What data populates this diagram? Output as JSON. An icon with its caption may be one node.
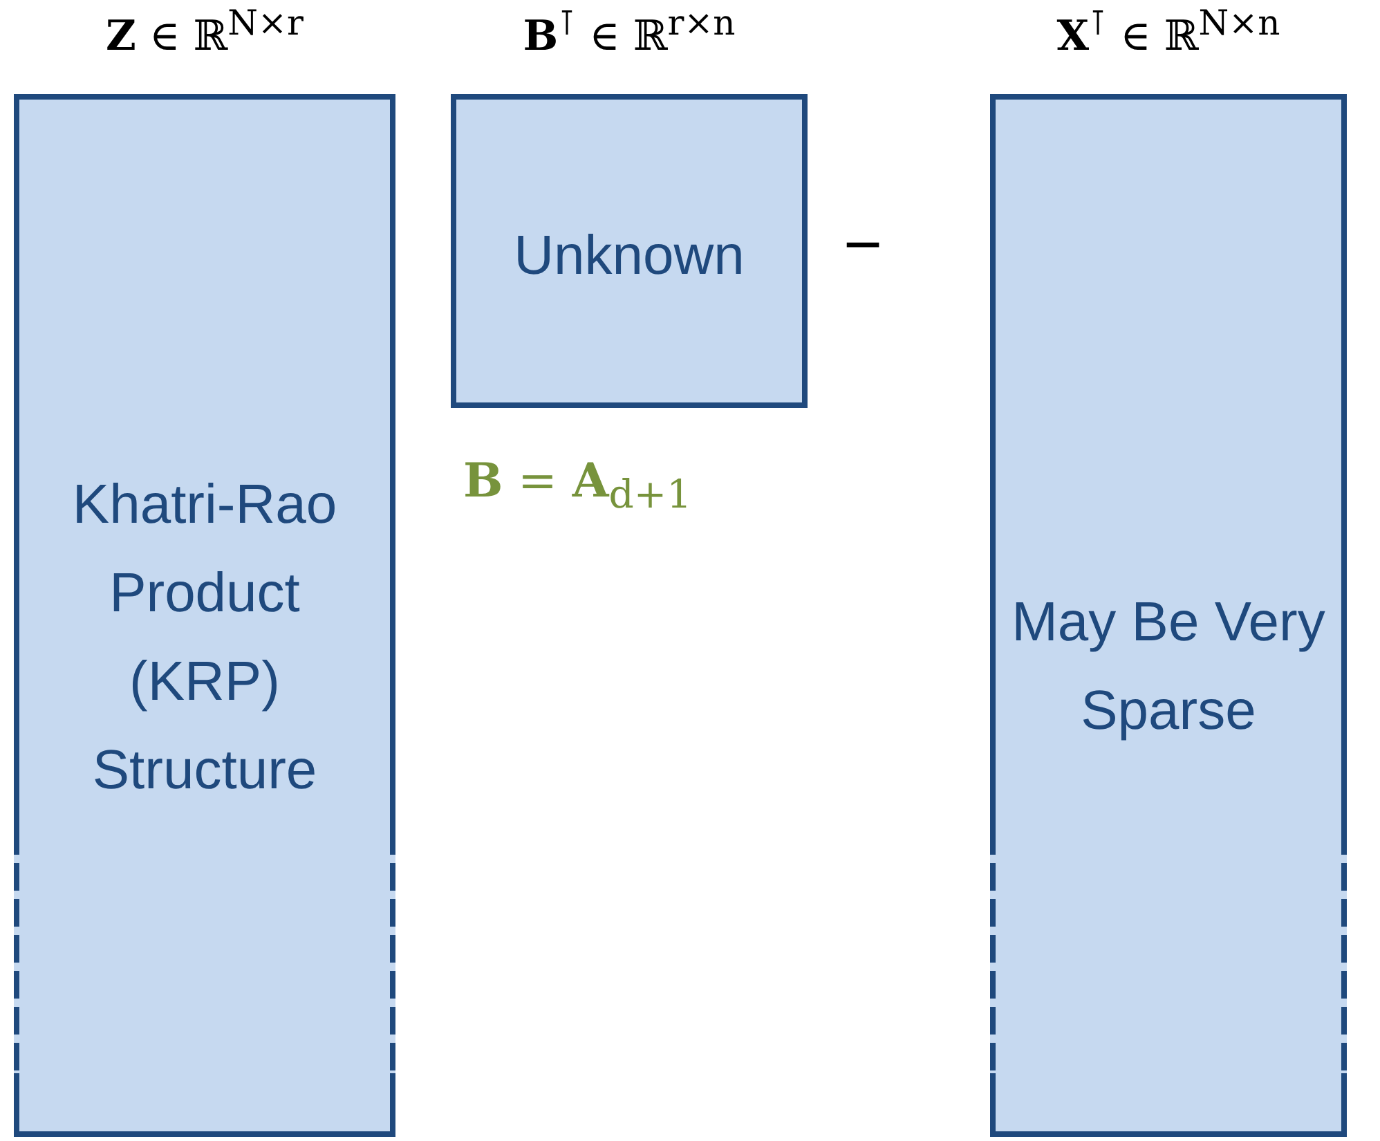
{
  "diagram": {
    "nodes": [
      {
        "text": [
          "**Z** ∈ ℝ$^{N×r}$",
          "Khatri-Rao Product (KRP) Structure"
        ]
      },
      {
        "text": [
          "**B**$^{⊺}$ ∈ ℝ$^{r×n}$",
          "Unknown"
        ]
      },
      {
        "text": [
          "**X**$^{⊺}$ ∈ ℝ$^{N×n}$",
          "May Be Very Sparse"
        ]
      }
    ],
    "labels": [
      "−",
      "**B** = **A**$_{d+1}$"
    ]
  }
}
